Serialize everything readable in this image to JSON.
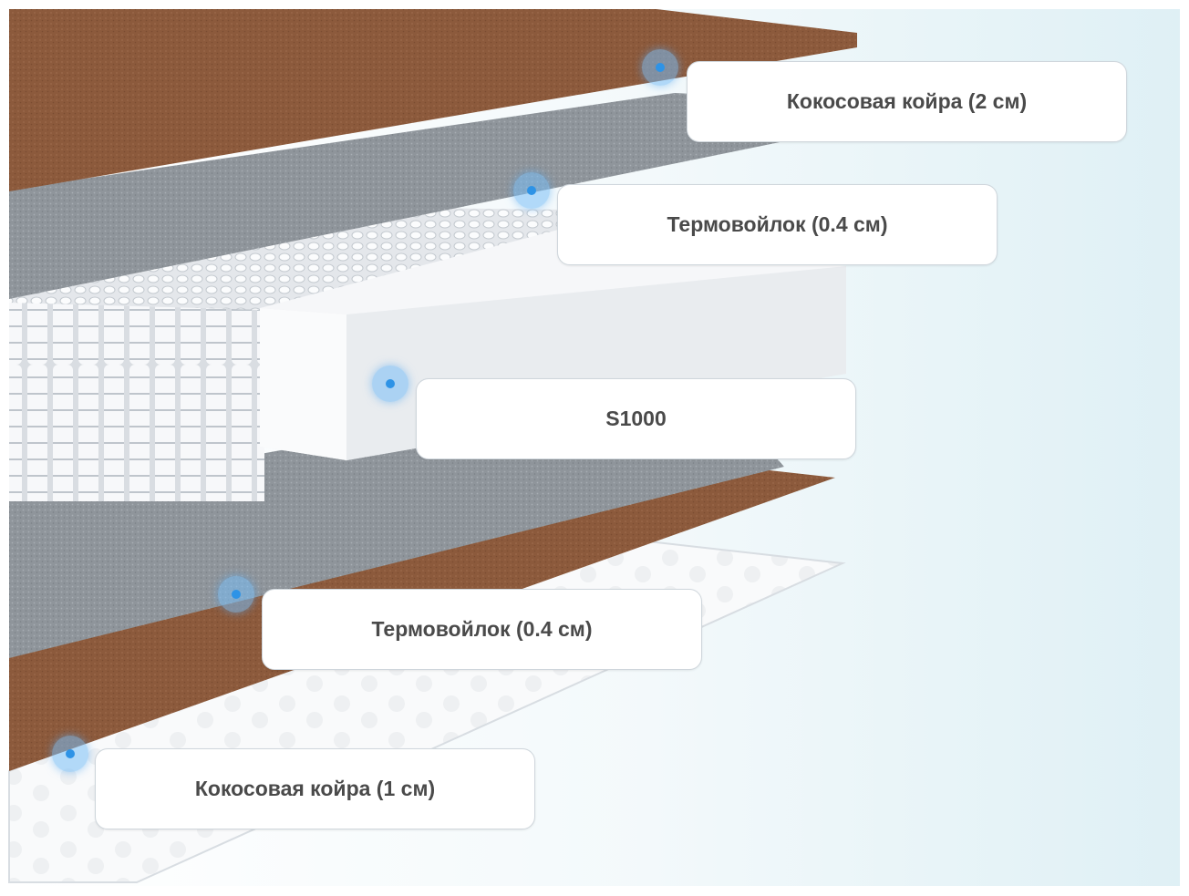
{
  "layers": [
    {
      "label": "Кокосовая койра (2 см)"
    },
    {
      "label": "Термовойлок (0.4 см)"
    },
    {
      "label": "S1000"
    },
    {
      "label": "Термовойлок (0.4 см)"
    },
    {
      "label": "Кокосовая койра (1 см)"
    }
  ],
  "colors": {
    "coir": "#8c5a3c",
    "felt": "#8f959b",
    "foam": "#f4f4f6",
    "background_tint": "#e6f3f7",
    "marker": "#2e93e6"
  }
}
